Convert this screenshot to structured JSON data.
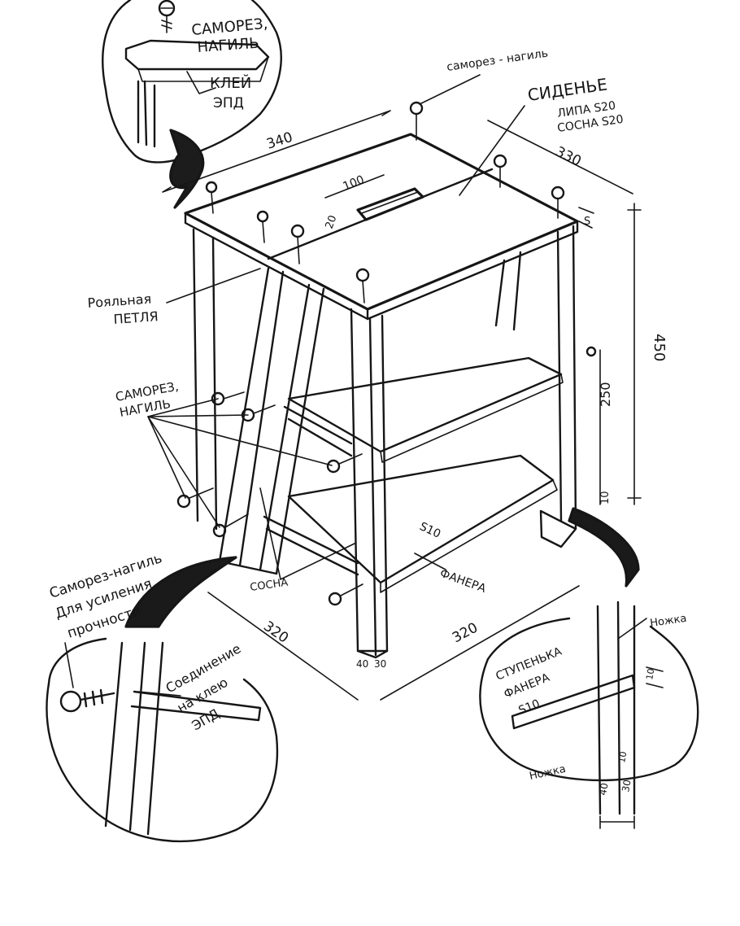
{
  "labels": {
    "top_detail_screw": "САМОРЕЗ,",
    "top_detail_dowel": "НАГИЛЬ",
    "top_detail_glue": "КЛЕЙ",
    "top_detail_epd": "ЭПД",
    "screw_dowel_top": "саморез - нагиль",
    "seat_title": "СИДЕНЬЕ",
    "seat_lime": "ЛИПА S20",
    "seat_pine": "СОСНА S20",
    "piano_hinge_1": "Рояльная",
    "piano_hinge_2": "ПЕТЛЯ",
    "screw_side_1": "САМОРЕЗ,",
    "screw_side_2": "НАГИЛЬ",
    "pine": "СОСНА",
    "plywood": "ФАНЕРА",
    "reinforce_1": "Саморез-нагиль",
    "reinforce_2": "Для усиления",
    "reinforce_3": "прочности",
    "joint_1": "Соединение",
    "joint_2": "на клею",
    "joint_3": "ЭПД",
    "step_1": "СТУПЕНЬКА",
    "step_2": "ФАНЕРА",
    "step_3": "S10",
    "leg_top": "Ножка",
    "leg_bottom": "Ножка"
  },
  "dimensions": {
    "top_width": "340",
    "top_depth": "330",
    "handle": "100",
    "handle_gap": "20",
    "seat_thickness": "S",
    "height": "450",
    "step_spacing": "250",
    "lower_gap": "10",
    "step_plywood": "S10",
    "base_left": "320",
    "base_right": "320",
    "leg_a": "40",
    "leg_b": "30",
    "detail_10": "10",
    "detail_40": "40",
    "detail_30": "30",
    "detail_10b": "10"
  }
}
